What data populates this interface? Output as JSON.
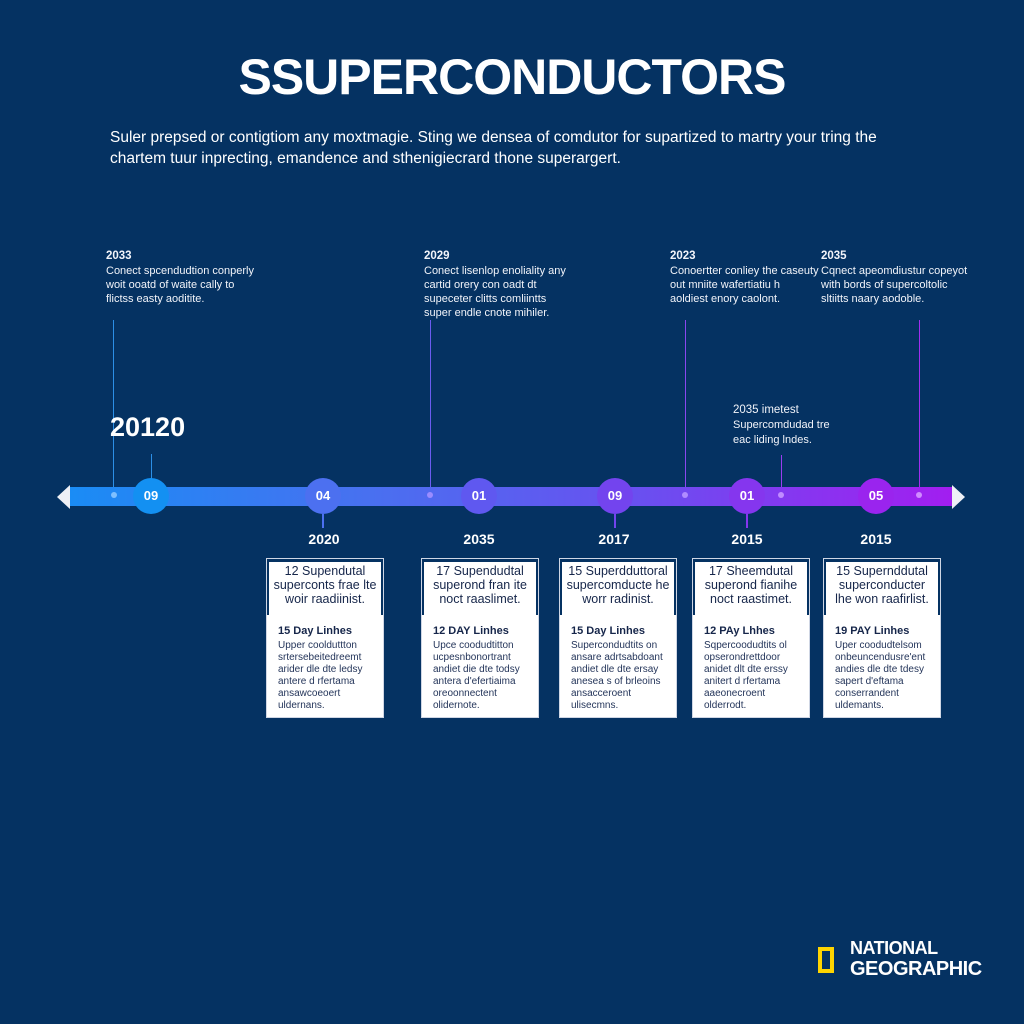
{
  "title": "SSUPERCONDUCTORS",
  "intro": "Suler prepsed or contigtiom any moxtmagie.  Sting we densea of comdutor for supartized to martry your tring the chartem tuur inprecting, emandence and sthenigiecrard thone superargert.",
  "big_year": "20120",
  "top_notes": [
    {
      "year": "2033",
      "text": "Conect spcendudtion conperly woit ooatd of waite cally to flictss easty aoditite."
    },
    {
      "year": "2029",
      "text": "Conect lisenlop enoliality any cartid orery con oadt dt supeceter clitts comliintts super endle cnote mihiler."
    },
    {
      "year": "2023",
      "text": "Conoertter conliey the caseuty out mniite wafertiatiu h aoldiest enory caolont."
    },
    {
      "year": "2035",
      "text": "Cqnect apeomdiustur copeyot with bords of supercoltolic sltiitts naary aodoble."
    }
  ],
  "mid_note": {
    "year": "2035 imetest",
    "text": "Supercomdudad tre eac liding lndes."
  },
  "nodes": [
    {
      "label": "09"
    },
    {
      "label": "04"
    },
    {
      "label": "01"
    },
    {
      "label": "09"
    },
    {
      "label": "01"
    },
    {
      "label": "05"
    }
  ],
  "cards": [
    {
      "date": "2020",
      "head": "12 Supendutal superconts frae lte woir raadiinist.",
      "sub": "15 Day Linhes",
      "body": "Upper coolduttton srtersebeitedreemt arider dle dte ledsy antere d rfertama ansawcoeoert uldernans."
    },
    {
      "date": "2035",
      "head": "17 Supendudtal superond fran ite noct raaslimet.",
      "sub": "12 DAY Linhes",
      "body": "Upce coodudtitton ucpesnbonortrant andiet die dte todsy antera d'efertiaima oreoonnectent olidernote."
    },
    {
      "date": "2017",
      "head": "15 Superdduttoral supercomducte he worr radinist.",
      "sub": "15 Day Linhes",
      "body": "Supercondudtits on ansare adrtsabdoant andiet dle dte ersay anesea s of brleoins ansacceroent ulisecmns."
    },
    {
      "date": "2015",
      "head": "17 Sheemdutal superond fianihe noct raastimet.",
      "sub": "12 PAy Lhhes",
      "body": "Sqpercoodudtits ol opserondrettdoor anidet dlt dte erssy anitert d rfertama aaeonecroent olderrodt."
    },
    {
      "date": "2015",
      "head": "15 Supernddutal superconducter lhe won raafirlist.",
      "sub": "19 PAY Linhes",
      "body": "Uper coodudtelsom onbeuncendusre'ent andies dle dte tdesy sapert d'eftama conserrandent uldemants."
    }
  ],
  "logo": {
    "line1": "NATIONAL",
    "line2": "GEOGRAPHIC"
  },
  "colors": {
    "background": "#053262",
    "track_start": "#1a8cf5",
    "track_end": "#a21ef0",
    "logo_accent": "#ffd400"
  }
}
